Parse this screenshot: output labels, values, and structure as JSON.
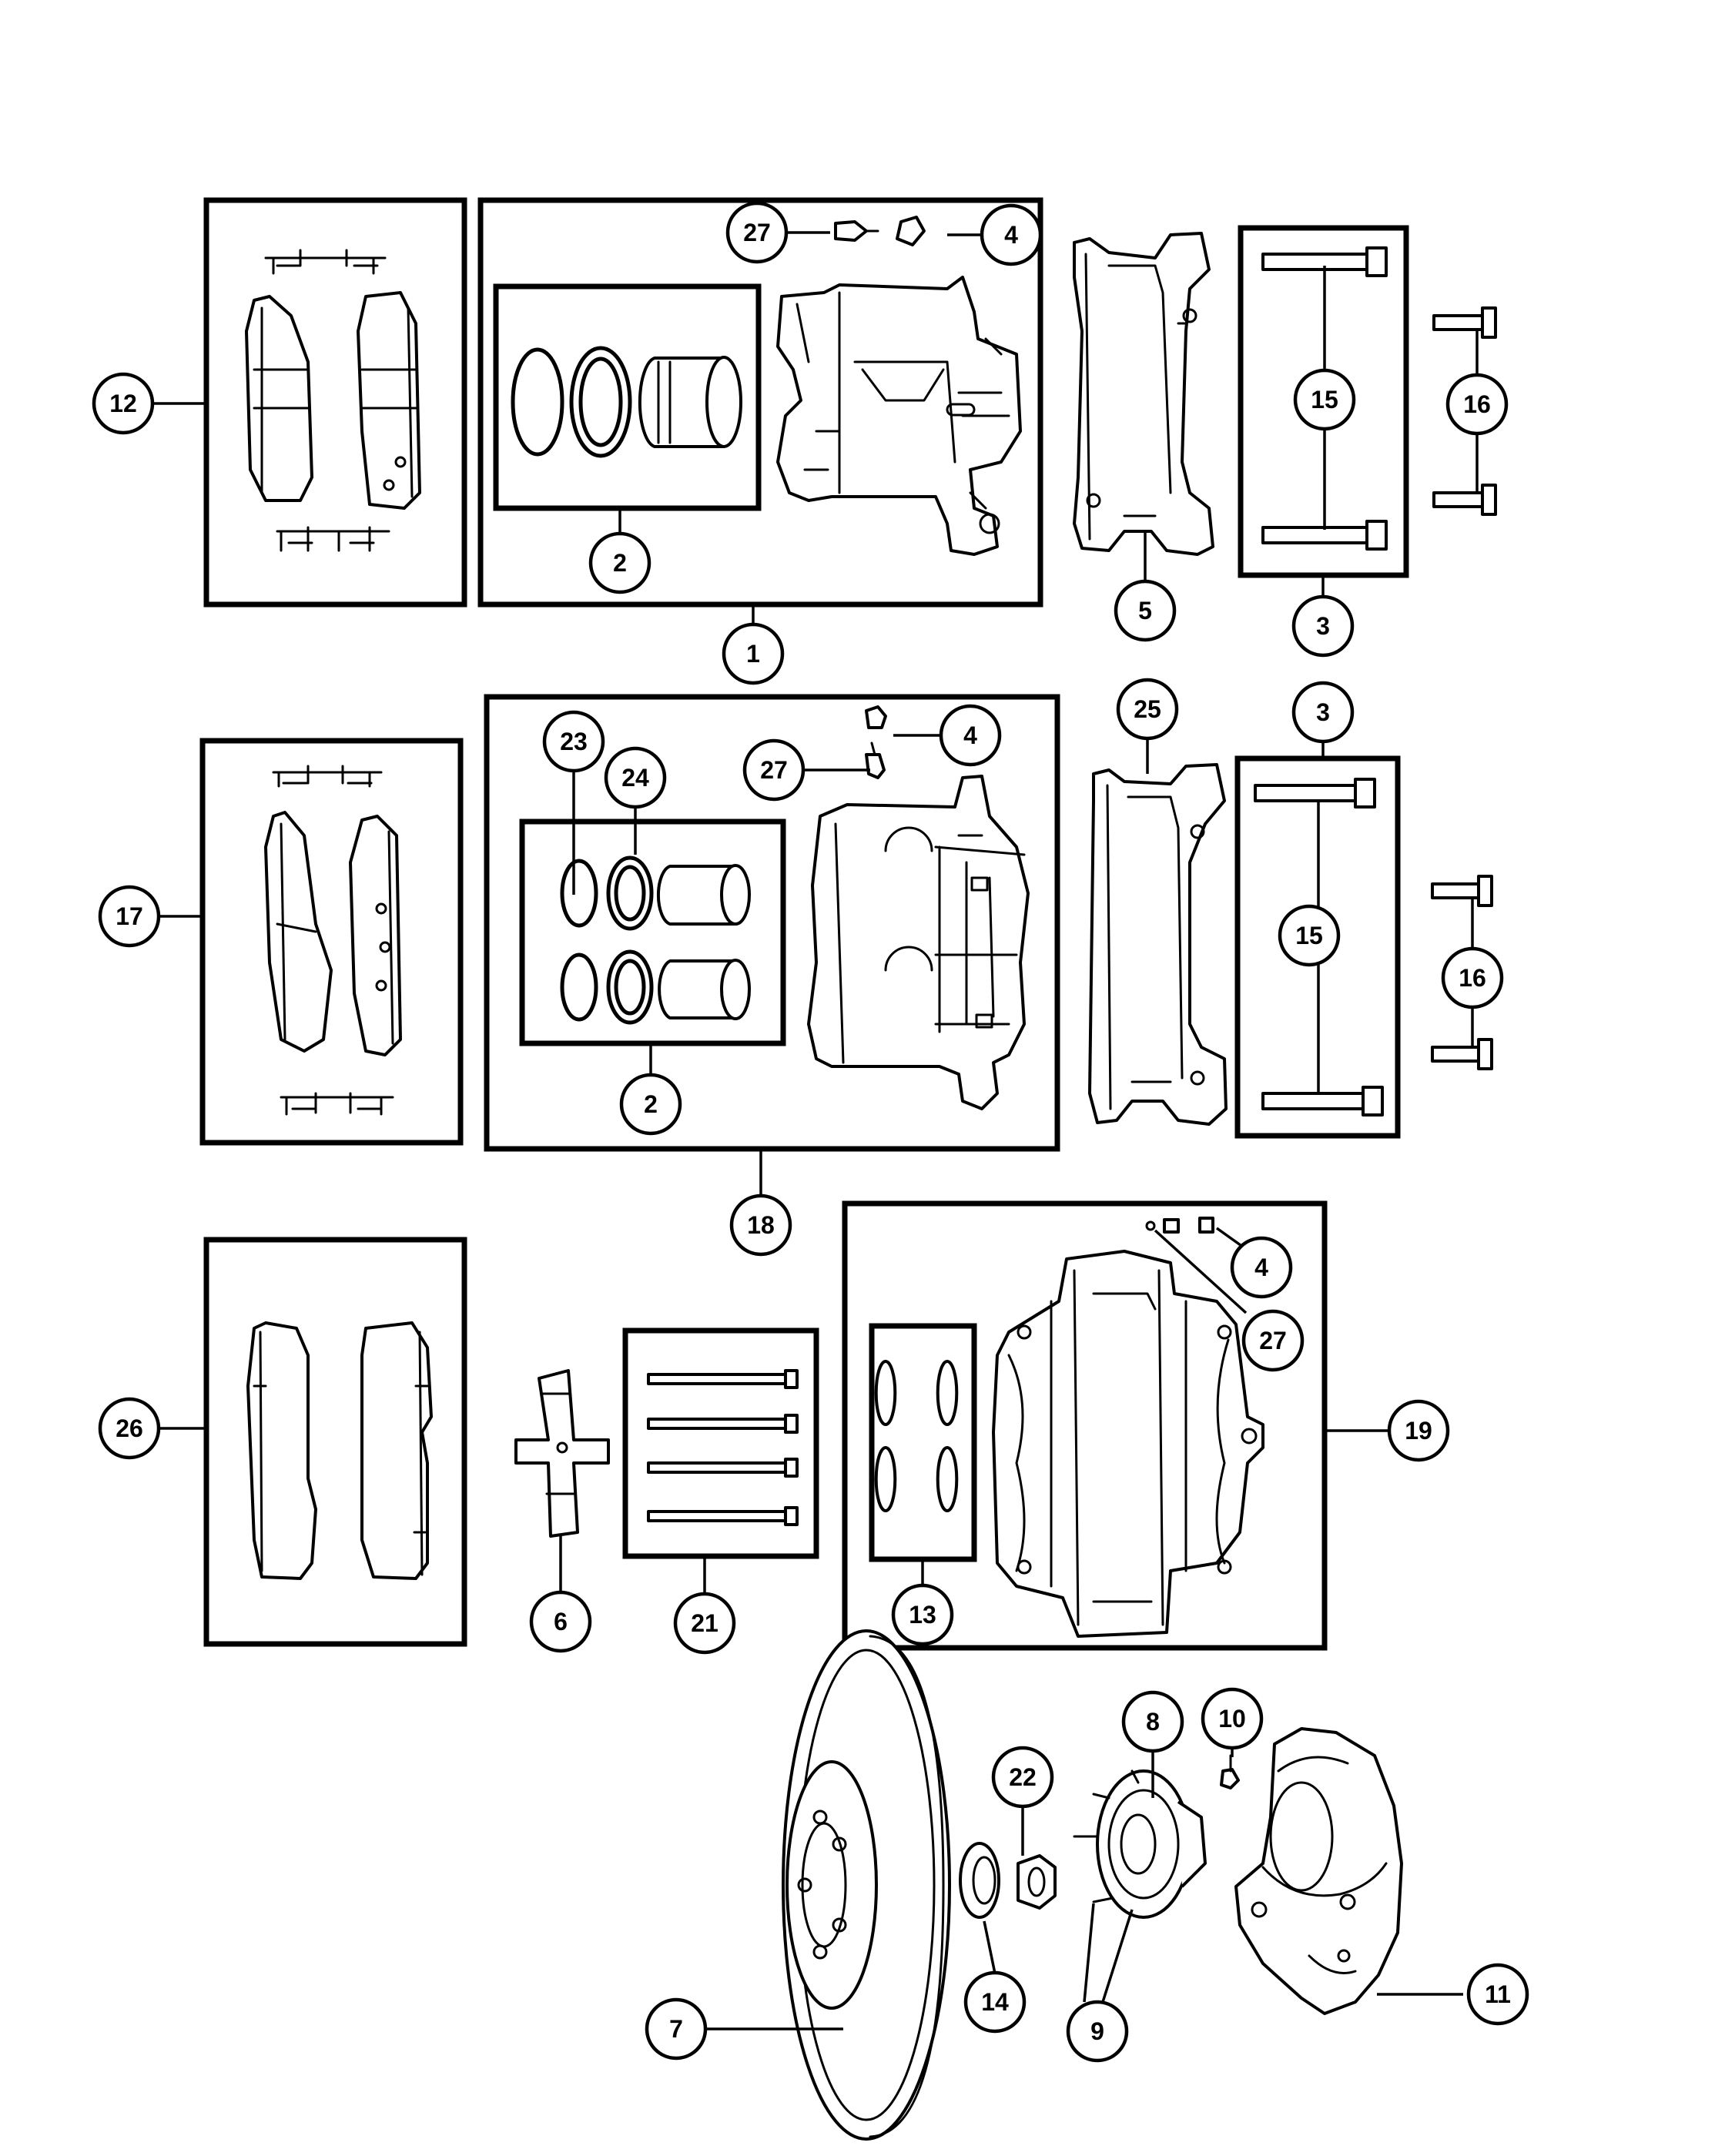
{
  "callouts": {
    "c1": "1",
    "c2a": "2",
    "c2b": "2",
    "c3a": "3",
    "c3b": "3",
    "c4a": "4",
    "c4b": "4",
    "c4c": "4",
    "c5": "5",
    "c6": "6",
    "c7": "7",
    "c8": "8",
    "c9": "9",
    "c10": "10",
    "c11": "11",
    "c12": "12",
    "c13": "13",
    "c14": "14",
    "c15a": "15",
    "c15b": "15",
    "c16a": "16",
    "c16b": "16",
    "c17": "17",
    "c18": "18",
    "c19": "19",
    "c21": "21",
    "c22": "22",
    "c23": "23",
    "c24": "24",
    "c25": "25",
    "c26": "26",
    "c27a": "27",
    "c27b": "27",
    "c27c": "27"
  }
}
